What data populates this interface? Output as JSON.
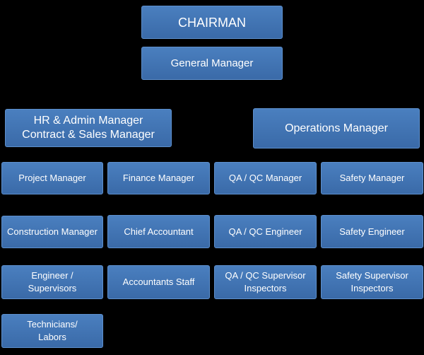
{
  "chart": {
    "chairman": "CHAIRMAN",
    "general_manager": "General  Manager",
    "hr_admin": "HR & Admin Manager\nContract & Sales Manager",
    "operations": "Operations  Manager",
    "project_manager": "Project  Manager",
    "finance_manager": "Finance Manager",
    "qa_qc_manager": "QA / QC Manager",
    "safety_manager": "Safety Manager",
    "construction_manager": "Construction  Manager",
    "chief_accountant": "Chief Accountant",
    "qa_qc_engineer": "QA / QC Engineer",
    "safety_engineer": "Safety Engineer",
    "engineer_supervisors": "Engineer /\nSupervisors",
    "accountants_staff": "Accountants Staff",
    "qa_qc_supervisor": "QA / QC Supervisor\nInspectors",
    "safety_supervisor": "Safety Supervisor\nInspectors",
    "technicians": "Technicians/\nLabors"
  }
}
